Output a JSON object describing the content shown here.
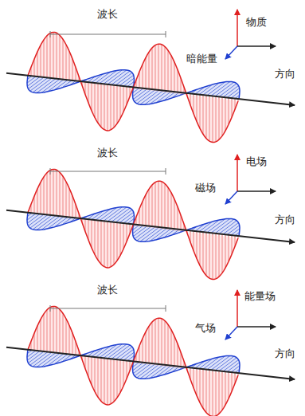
{
  "diagram": {
    "labels": [
      "波长",
      "物质",
      "暗能量",
      "方向",
      "波长",
      "电场",
      "磁场",
      "方向",
      "波长",
      "能量场",
      "气场",
      "方向"
    ]
  }
}
